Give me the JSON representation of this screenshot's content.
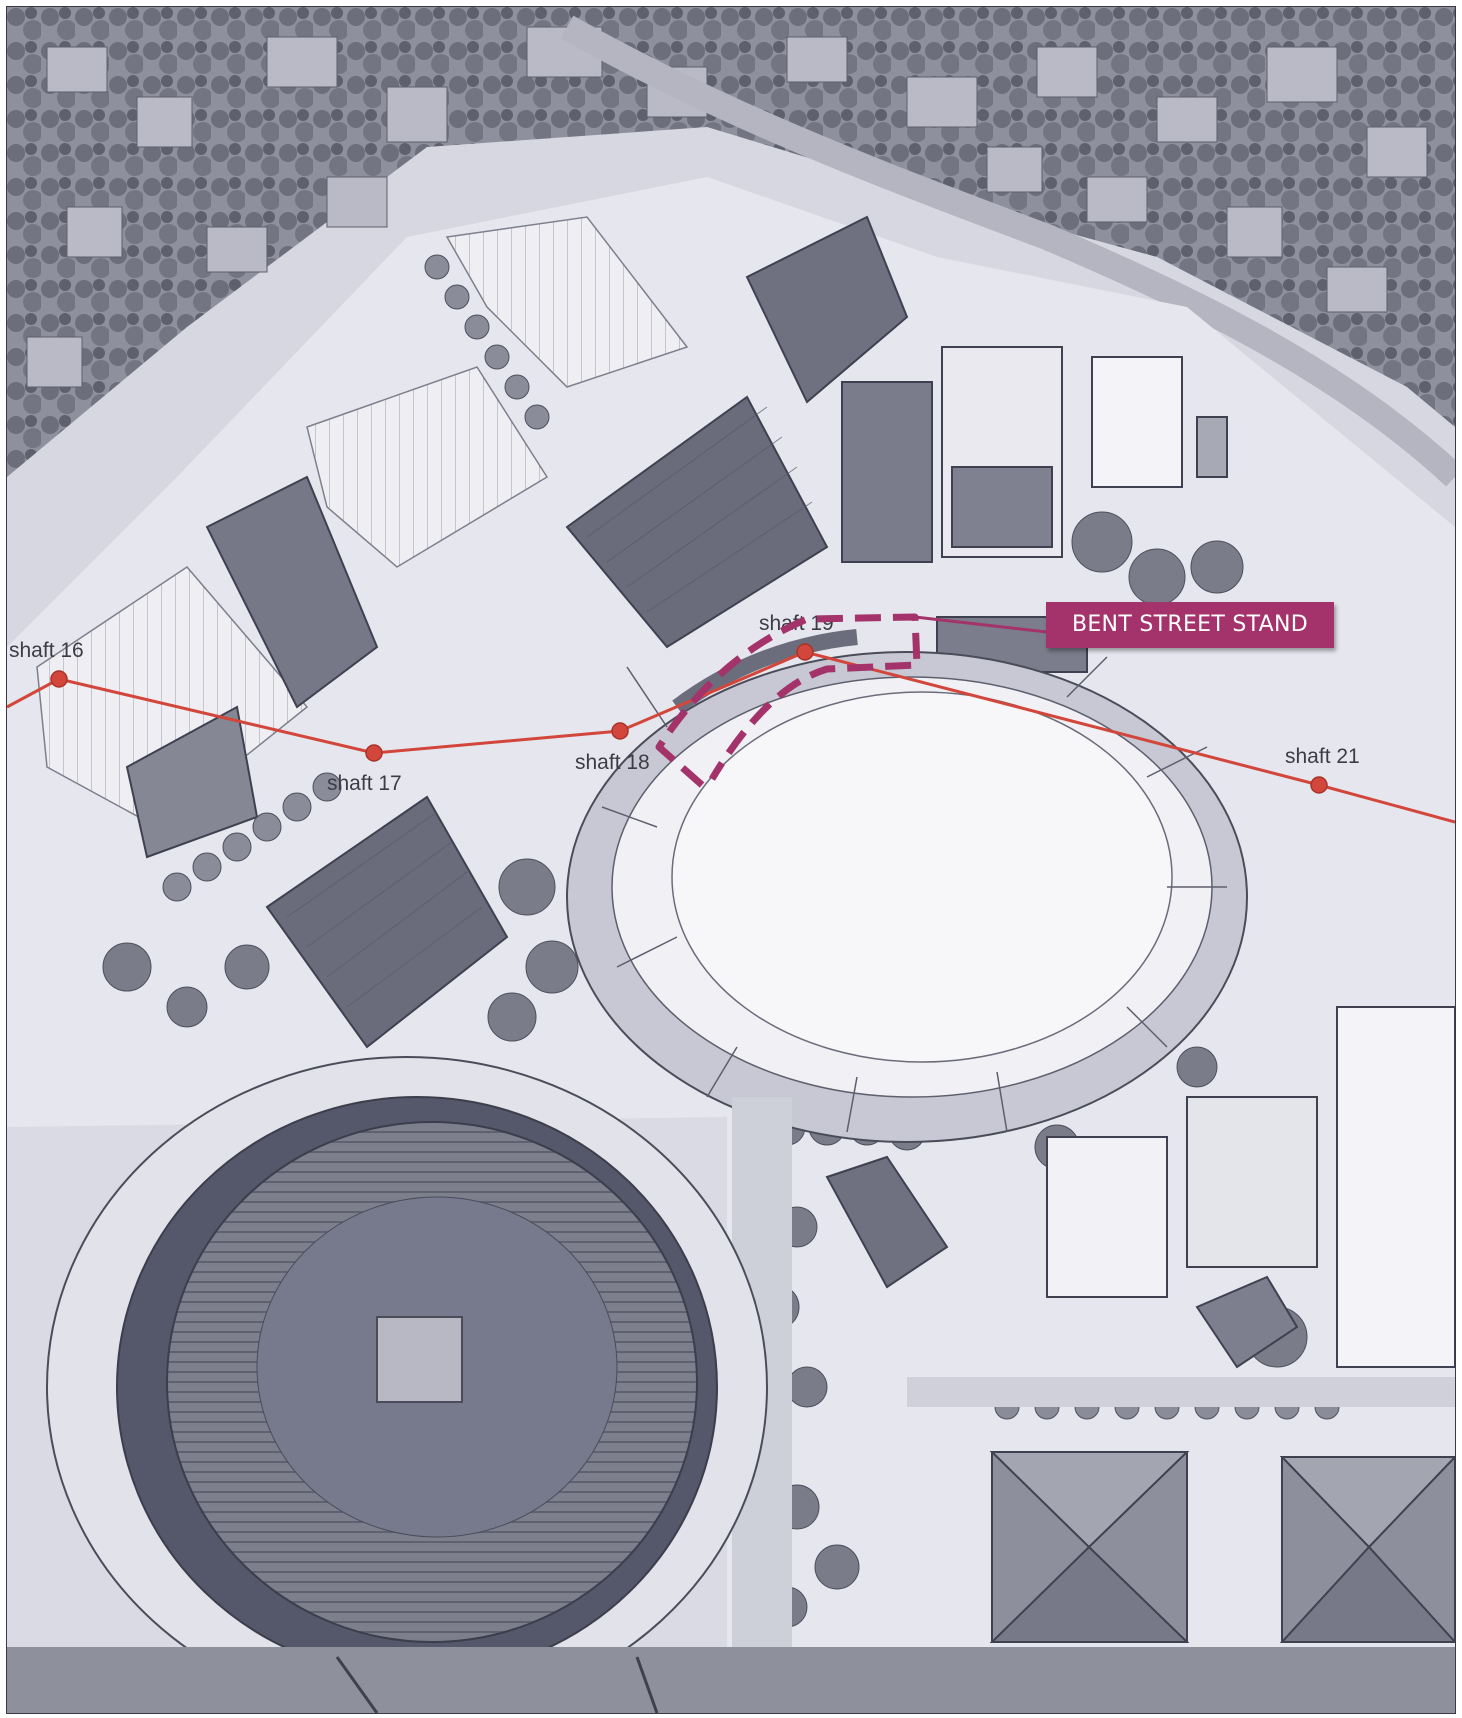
{
  "map": {
    "colors": {
      "route": "#d2463b",
      "marker": "#d2463b",
      "highlight": "#a3336a",
      "ground": "#dcdde6",
      "buildings_dark": "#6d6f7e",
      "buildings_light": "#f2f2f6",
      "trees": "#7b7d8b"
    },
    "shafts": [
      {
        "id": "shaft-16",
        "label": "shaft 16"
      },
      {
        "id": "shaft-17",
        "label": "shaft 17"
      },
      {
        "id": "shaft-18",
        "label": "shaft 18"
      },
      {
        "id": "shaft-19",
        "label": "shaft 19"
      },
      {
        "id": "shaft-21",
        "label": "shaft 21"
      }
    ],
    "callout": {
      "label": "BENT STREET STAND"
    }
  }
}
